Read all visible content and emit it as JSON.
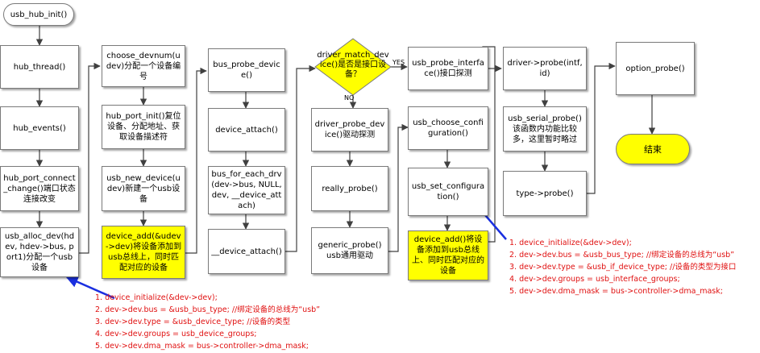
{
  "nodes": {
    "usb_hub_init": "usb_hub_init()",
    "hub_thread": "hub_thread()",
    "hub_events": "hub_events()",
    "hub_port_connect_change": "hub_port_connect_change()端口状态连接改变",
    "usb_alloc_dev": "usb_alloc_dev(hdev, hdev->bus, port1)分配一个usb设备",
    "choose_devnum": "choose_devnum(udev)分配一个设备编号",
    "hub_port_init": "hub_port_init()复位设备、分配地址、获取设备描述符",
    "usb_new_device": "usb_new_device(udev)新建一个usb设备",
    "device_add_udev": "device_add(&udev->dev)将设备添加到usb总线上，同时匹配对应的设备",
    "bus_probe_device": "bus_probe_device()",
    "device_attach": "device_attach()",
    "bus_for_each_drv": "bus_for_each_drv(dev->bus, NULL, dev, __device_attach)",
    "__device_attach": "__device_attach()",
    "driver_match_device": "driver_match_device()是否是接口设备？",
    "driver_probe_device": "driver_probe_device()驱动探测",
    "really_probe": "really_probe()",
    "generic_probe": "generic_probe() usb通用驱动",
    "usb_probe_interface": "usb_probe_interface()接口探测",
    "usb_choose_configuration": "usb_choose_configuration()",
    "usb_set_configuration": "usb_set_configuration()",
    "device_add_intf": "device_add()将设备添加到usb总线上、同时匹配对应的设备",
    "driver_probe": "driver->probe(intf, id)",
    "usb_serial_probe": "usb_serial_probe()该函数内功能比较多，这里暂时略过",
    "type_probe": "type->probe()",
    "option_probe": "option_probe()",
    "end": "结束"
  },
  "edge_labels": {
    "yes": "YES",
    "no": "NO"
  },
  "notes_left": [
    "1. device_initialize(&dev->dev);",
    "2. dev->dev.bus = &usb_bus_type; //绑定设备的总线为“usb”",
    "3. dev->dev.type = &usb_device_type; //设备的类型",
    "4. dev->dev.groups = usb_device_groups;",
    "5. dev->dev.dma_mask = bus->controller->dma_mask;"
  ],
  "notes_right": [
    "1. device_initialize(&dev->dev);",
    "2. dev->dev.bus = &usb_bus_type; //绑定设备的总线为“usb”",
    "3. dev->dev.type = &usb_if_device_type; //设备的类型为接口",
    "4. dev->dev.groups = usb_interface_groups;",
    "5. dev->dev.dma_mask = bus->controller->dma_mask;"
  ],
  "colors": {
    "highlight": "#ffff00",
    "note_text": "#e01010",
    "callout_arrow": "#1a2fe0",
    "connector": "#404040"
  }
}
